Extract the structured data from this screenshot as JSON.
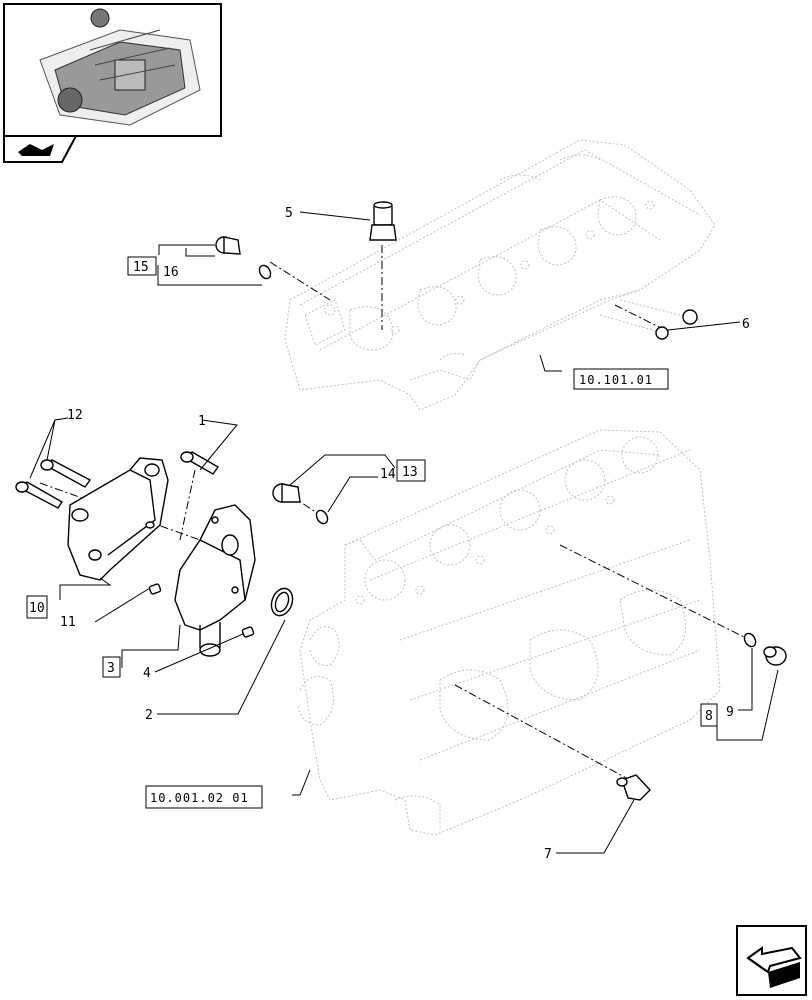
{
  "callouts": {
    "c1": "1",
    "c2": "2",
    "c3": "3",
    "c4": "4",
    "c5": "5",
    "c6": "6",
    "c7": "7",
    "c8": "8",
    "c9": "9",
    "c10": "10",
    "c11": "11",
    "c12": "12",
    "c13": "13",
    "c14": "14",
    "c15": "15",
    "c16": "16"
  },
  "references": {
    "cylinder_head": "10.101.01",
    "crankcase": "10.001.02 01"
  },
  "icons": {
    "thumbnail": "engine-thumbnail",
    "nav_back": "folder-arrow-icon",
    "nav_next": "next-page-arrow-icon"
  }
}
